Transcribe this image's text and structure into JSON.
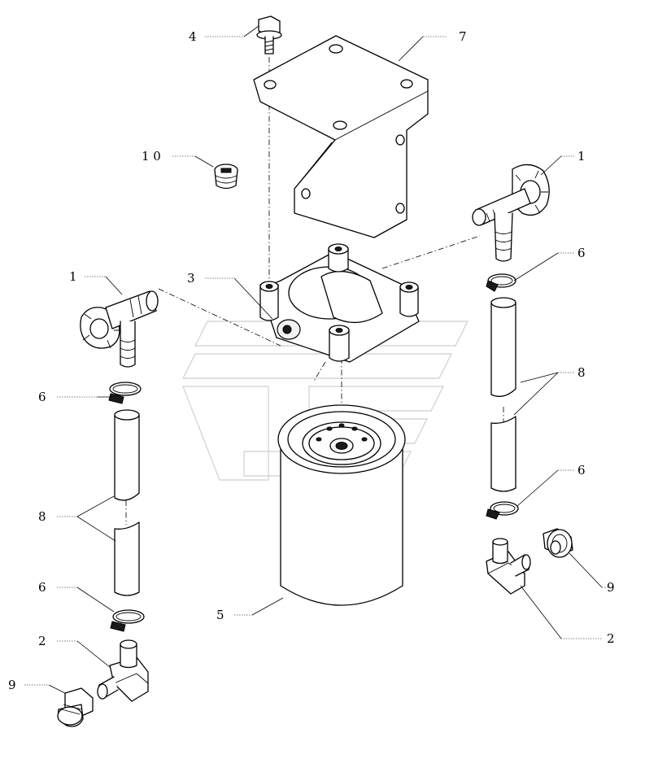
{
  "callouts": [
    {
      "id": "c-4-top",
      "label": "4"
    },
    {
      "id": "c-7-top",
      "label": "7"
    },
    {
      "id": "c-10",
      "label": "1 0"
    },
    {
      "id": "c-1-right",
      "label": "1"
    },
    {
      "id": "c-1-left",
      "label": "1"
    },
    {
      "id": "c-3",
      "label": "3"
    },
    {
      "id": "c-6-right-top",
      "label": "6"
    },
    {
      "id": "c-6-left-top",
      "label": "6"
    },
    {
      "id": "c-8-right",
      "label": "8"
    },
    {
      "id": "c-8-left",
      "label": "8"
    },
    {
      "id": "c-6-right-bottom",
      "label": "6"
    },
    {
      "id": "c-6-left-bottom",
      "label": "6"
    },
    {
      "id": "c-9-right",
      "label": "9"
    },
    {
      "id": "c-5",
      "label": "5"
    },
    {
      "id": "c-2-left",
      "label": "2"
    },
    {
      "id": "c-2-right",
      "label": "2"
    },
    {
      "id": "c-9-left",
      "label": "9"
    }
  ]
}
